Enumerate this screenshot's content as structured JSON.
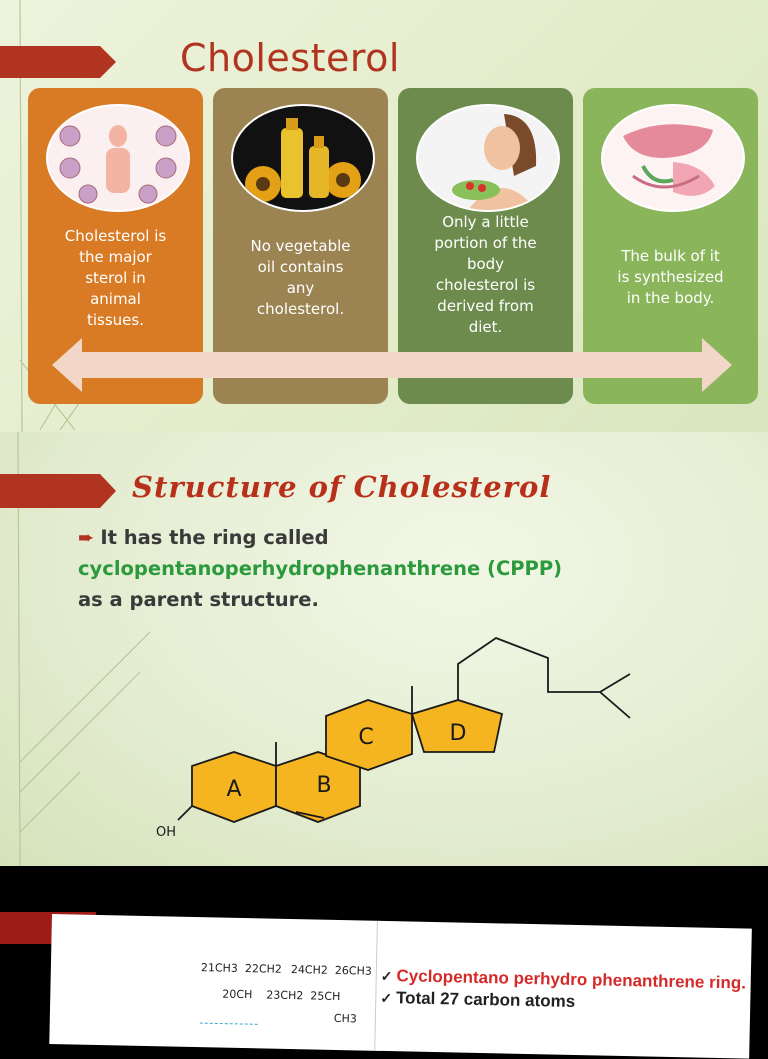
{
  "slide1": {
    "title": "Cholesterol",
    "cards": [
      {
        "text": "Cholesterol is\nthe major\nsterol in\nanimal\ntissues.",
        "color": "#d97a25",
        "photo": "human-body-tissues-image"
      },
      {
        "text": "No vegetable\noil contains\nany\ncholesterol.",
        "color": "#9c8352",
        "photo": "vegetable-oil-bottles-image"
      },
      {
        "text": "Only a little\nportion of the\nbody\ncholesterol is\nderived  from\ndiet.",
        "color": "#6d8b4c",
        "photo": "woman-eating-salad-image"
      },
      {
        "text": "The bulk of it\nis synthesized\nin the body.",
        "color": "#8ab55b",
        "photo": "liver-anatomy-image"
      }
    ],
    "arrow_color": "#f2d6c7"
  },
  "slide2": {
    "title": "Structure of Cholesterol",
    "line1": "It has the ring called",
    "line2": "cyclopentanoperhydrophenanthrene (CPPP)",
    "line3": "as a parent structure.",
    "ring_labels": [
      "A",
      "B",
      "C",
      "D"
    ],
    "oh_label": "OH",
    "ring_color": "#f5b520"
  },
  "slide3": {
    "list": [
      {
        "text": "Cyclopentano perhydro phenanthrene ring."
      },
      {
        "text": "Total 27 carbon atoms"
      }
    ],
    "atoms": [
      "21CH3",
      "22CH2",
      "24CH2",
      "26CH3",
      "20CH",
      "23CH2",
      "25CH",
      "CH3"
    ]
  },
  "colors": {
    "accent": "#b03420",
    "green_text": "#2a9a3c"
  }
}
